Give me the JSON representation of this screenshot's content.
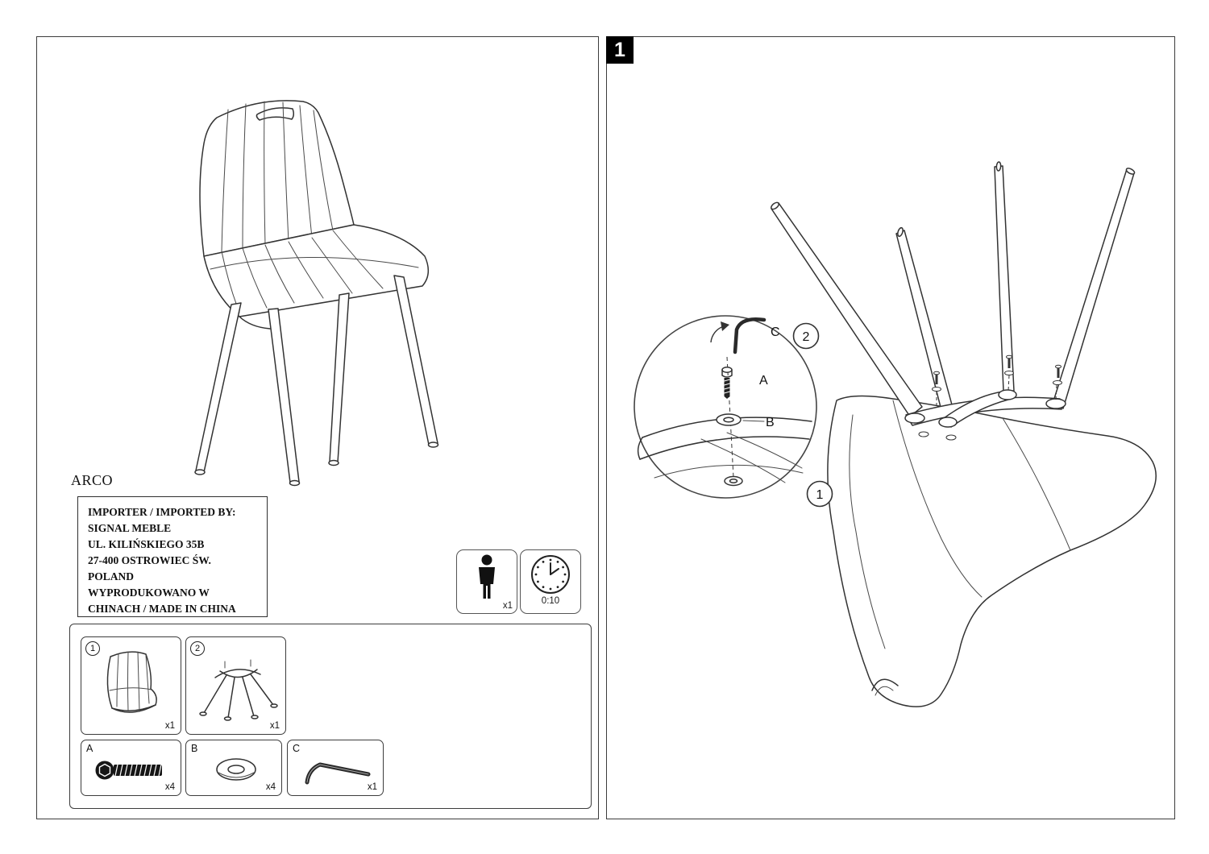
{
  "product": {
    "name": "ARCO"
  },
  "importer": {
    "lines": [
      "IMPORTER / IMPORTED BY:",
      "SIGNAL MEBLE",
      "UL. KILIŃSKIEGO 35B",
      "27-400 OSTROWIEC ŚW.",
      "POLAND",
      "WYPRODUKOWANO W",
      "CHINACH / MADE IN CHINA"
    ]
  },
  "meta": {
    "people": "x1",
    "time": "0:10"
  },
  "parts": {
    "components": [
      {
        "id": "1",
        "qty": "x1"
      },
      {
        "id": "2",
        "qty": "x1"
      }
    ],
    "hardware": [
      {
        "id": "A",
        "qty": "x4"
      },
      {
        "id": "B",
        "qty": "x4"
      },
      {
        "id": "C",
        "qty": "x1"
      }
    ]
  },
  "step": {
    "number": "1",
    "callouts": {
      "frame": "2",
      "seat": "1",
      "screw": "A",
      "washer": "B",
      "key": "C"
    }
  },
  "colors": {
    "line": "#333333",
    "ink": "#111111"
  }
}
